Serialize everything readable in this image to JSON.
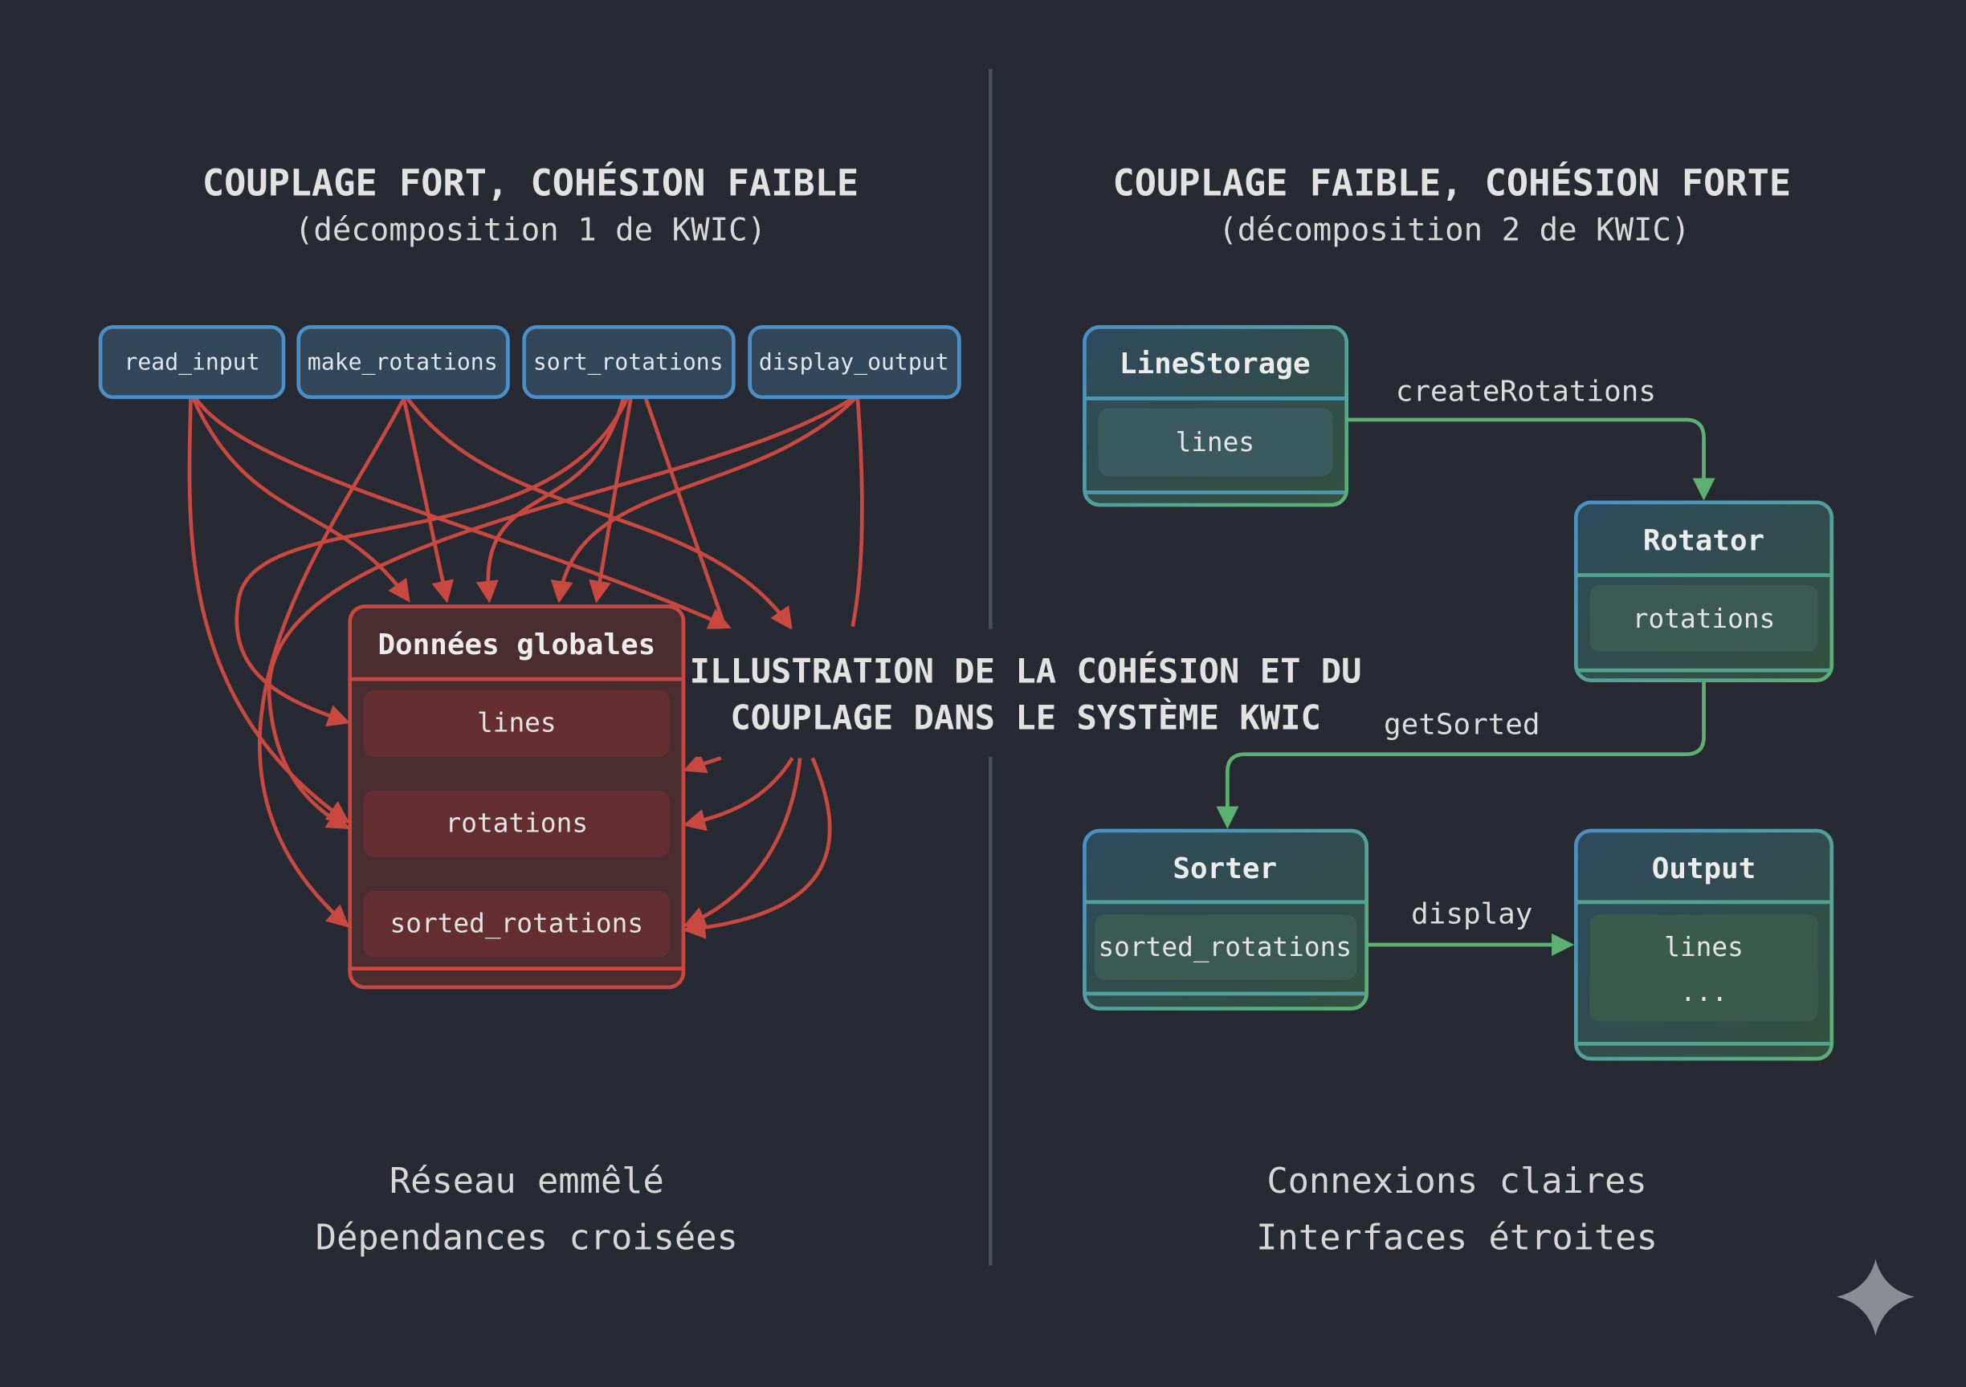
{
  "left": {
    "title": "COUPLAGE FORT, COHÉSION FAIBLE",
    "subtitle": "(décomposition 1 de KWIC)",
    "modules": [
      "read_input",
      "make_rotations",
      "sort_rotations",
      "display_output"
    ],
    "global_box": {
      "title": "Données globales",
      "fields": [
        "lines",
        "rotations",
        "sorted_rotations"
      ]
    },
    "footer": [
      "Réseau emmêlé",
      "Dépendances croisées"
    ]
  },
  "right": {
    "title": "COUPLAGE FAIBLE, COHÉSION FORTE",
    "subtitle": "(décomposition 2 de KWIC)",
    "modules": [
      {
        "title": "LineStorage",
        "fields": [
          "lines"
        ]
      },
      {
        "title": "Rotator",
        "fields": [
          "rotations"
        ]
      },
      {
        "title": "Sorter",
        "fields": [
          "sorted_rotations"
        ]
      },
      {
        "title": "Output",
        "fields": [
          "lines",
          "..."
        ]
      }
    ],
    "edges": [
      "createRotations",
      "getSorted",
      "display"
    ],
    "footer": [
      "Connexions claires",
      "Interfaces étroites"
    ]
  },
  "center_title": [
    "ILLUSTRATION DE LA COHÉSION ET DU",
    "COUPLAGE DANS LE SYSTÈME KWIC"
  ],
  "colors": {
    "background": "#272a33",
    "red": "#c9483f",
    "blue": "#4a8fc9",
    "green": "#5cb072"
  },
  "icons": {
    "corner": "sparkle-icon"
  }
}
